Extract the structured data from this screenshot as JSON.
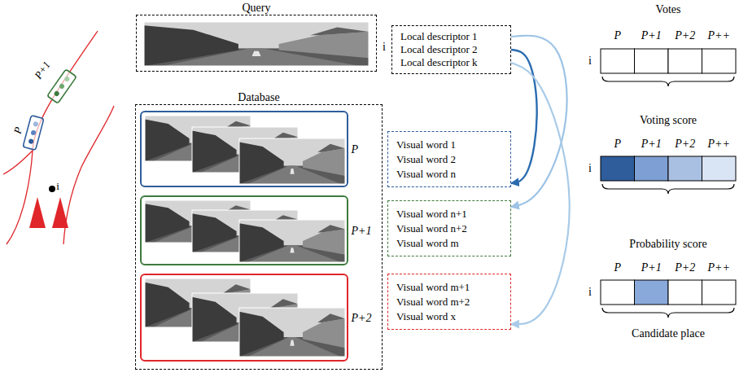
{
  "diagram": {
    "nodes": [
      {
        "text": [
          "Query"
        ]
      },
      {
        "text": [
          "Local descriptor 1",
          "Local descriptor 2",
          "Local descriptor k"
        ]
      },
      {
        "text": [
          "Database"
        ]
      },
      {
        "text": [
          "P"
        ],
        "in": 2
      },
      {
        "text": [
          "P+1"
        ],
        "in": 2
      },
      {
        "text": [
          "P+2"
        ],
        "in": 2
      },
      {
        "text": [
          "Visual word 1",
          "Visual word 2",
          "Visual word n"
        ]
      },
      {
        "text": [
          "Visual word n+1",
          "Visual word n+2",
          "Visual word m"
        ]
      },
      {
        "text": [
          "Visual word m+1",
          "Visual word m+2",
          "Visual word x"
        ]
      }
    ],
    "edges": [
      {
        "from": 1,
        "to": 7,
        "arrow": "to"
      },
      {
        "from": 1,
        "to": 6,
        "arrow": "to"
      },
      {
        "from": 1,
        "to": 8,
        "arrow": "to"
      }
    ],
    "labels": [
      "P+1",
      "P",
      "i",
      "i",
      "Votes",
      "P",
      "P+1",
      "P+2",
      "P++",
      "i",
      "Voting score",
      "P",
      "P+1",
      "P+2",
      "P++",
      "i",
      "Probability score",
      "P",
      "P+1",
      "P+2",
      "P++",
      "i",
      "Candidate place"
    ]
  }
}
